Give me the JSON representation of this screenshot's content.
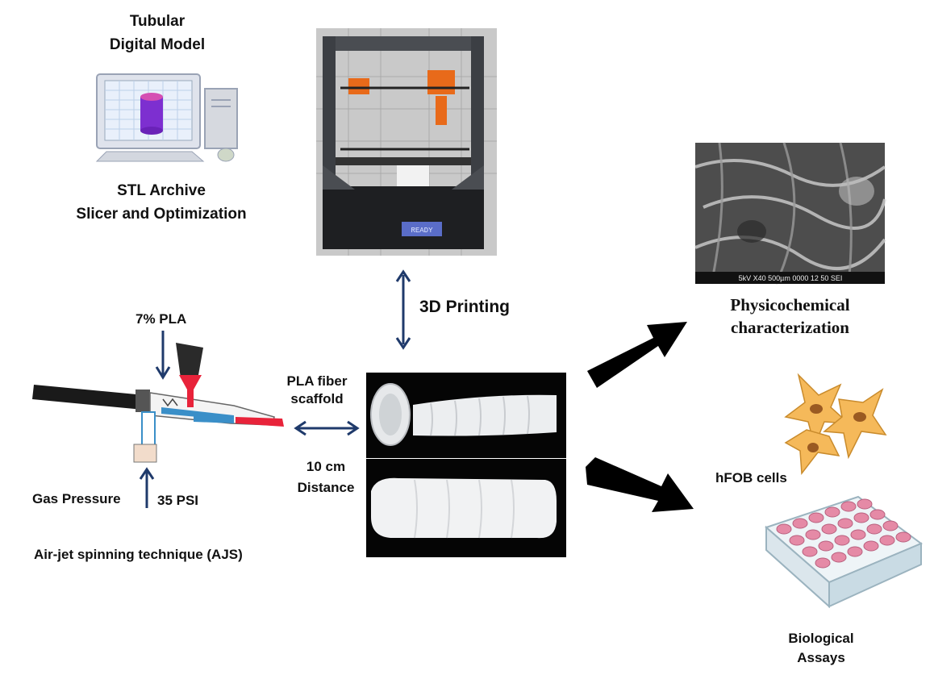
{
  "model": {
    "title_line1": "Tubular",
    "title_line2": "Digital Model",
    "caption_line1": "STL Archive",
    "caption_line2": "Slicer and Optimization"
  },
  "printing": {
    "label": "3D Printing",
    "screen_text": "READY"
  },
  "ajs": {
    "polymer": "7% PLA",
    "gas": "Gas Pressure",
    "pressure": "35 PSI",
    "technique": "Air-jet spinning technique (AJS)"
  },
  "scaffold": {
    "label_line1": "PLA fiber",
    "label_line2": "scaffold",
    "distance_line1": "10 cm",
    "distance_line2": "Distance"
  },
  "characterization": {
    "line1": "Physicochemical",
    "line2": "characterization",
    "sem_bar": "5kV   X40   500µm   0000   12 50 SEI"
  },
  "biology": {
    "cells": "hFOB cells",
    "assay_line1": "Biological",
    "assay_line2": "Assays"
  },
  "colors": {
    "arrow_blue": "#1f3a6b",
    "arrow_black": "#000000",
    "frame_orange": "#e86a1a",
    "cell_fill": "#f5b95a",
    "well_pink": "#e58aa6"
  }
}
